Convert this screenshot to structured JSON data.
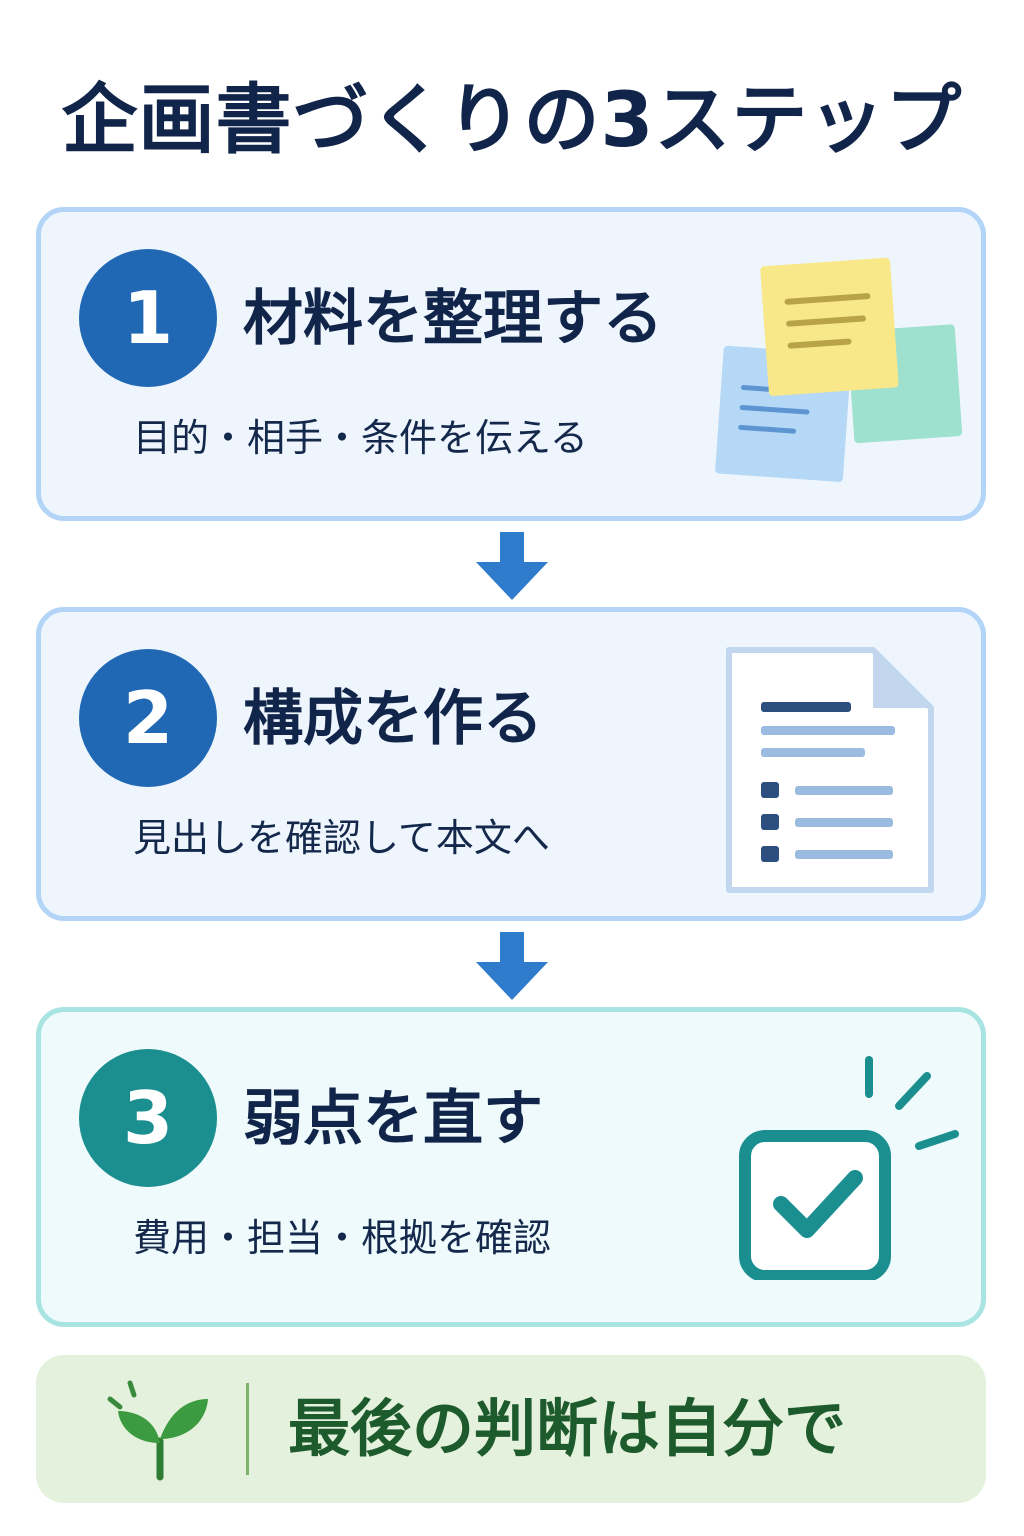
{
  "title": "企画書づくりの3ステップ",
  "steps": [
    {
      "number": "1",
      "heading": "材料を整理する",
      "description": "目的・相手・条件を伝える",
      "icon": "sticky-notes-icon",
      "color": "#2068b4"
    },
    {
      "number": "2",
      "heading": "構成を作る",
      "description": "見出しを確認して本文へ",
      "icon": "document-outline-icon",
      "color": "#2068b4"
    },
    {
      "number": "3",
      "heading": "弱点を直す",
      "description": "費用・担当・根拠を確認",
      "icon": "checkbox-check-icon",
      "color": "#1b8e90"
    }
  ],
  "footer": {
    "text": "最後の判断は自分で",
    "icon": "sprout-icon",
    "color": "#1d5a2c"
  }
}
